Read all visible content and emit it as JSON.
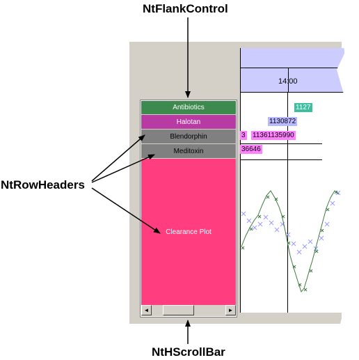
{
  "callouts": {
    "flank_control": "NtFlankControl",
    "row_headers": "NtRowHeaders",
    "hscrollbar": "NtHScrollBar"
  },
  "timeline": {
    "time_label": "14:00"
  },
  "rows": [
    {
      "label": "Antibiotics",
      "color": "#3d8a4e",
      "text_color": "#ffffff"
    },
    {
      "label": "Halotan",
      "color": "#b83ba3",
      "text_color": "#ffffff"
    },
    {
      "label": "Blendorphin",
      "color": "#808080",
      "text_color": "#000000"
    },
    {
      "label": "Meditoxin",
      "color": "#808080",
      "text_color": "#000000"
    },
    {
      "label": "Clearance Plot",
      "color": "#ff3d7f",
      "text_color": "#ffffff"
    }
  ],
  "events": {
    "antibiotics_value": "1127",
    "halotan_value": "1130872",
    "blendorphin_prefix": "3",
    "blendorphin_value": "11361135990",
    "meditoxin_value": "36646"
  },
  "colors": {
    "frame": "#d4d0c8",
    "timeline_header": "#ccccff",
    "antibiotics_tag": "#3dbf9f",
    "halotan_tag": "#b8b8ff",
    "pink_tag": "#ff80ff",
    "plot_green": "#3d7a3d",
    "plot_blue": "#9a9aff"
  },
  "scrollbar": {
    "left_arrow": "◄",
    "right_arrow": "►"
  }
}
